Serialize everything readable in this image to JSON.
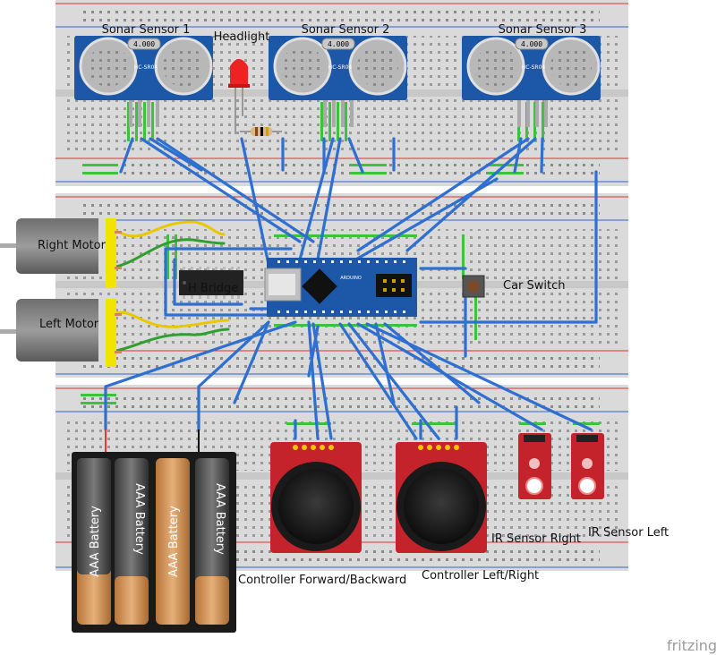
{
  "labels": {
    "sonar1": "Sonar Sensor 1",
    "sonar2": "Sonar Sensor 2",
    "sonar3": "Sonar Sensor 3",
    "headlight": "Headlight",
    "right_motor": "Right Motor",
    "left_motor": "Left Motor",
    "h_bridge": "H Bridge",
    "car_switch": "Car Switch",
    "controller_fb": "Controller Forward/Backward",
    "controller_lr": "Controller Left/Right",
    "ir_right": "IR Sensor Right",
    "ir_left": "IR Sensor Left",
    "battery": "AAA Battery",
    "sonar_model": "HC-SR04",
    "sonar_crystal": "4.000",
    "arduino_name": "ARDUINO",
    "watermark": "fritzing"
  },
  "colors": {
    "wire": "#2f6fd0",
    "breadboard": "#dcdcdc",
    "rail_red": "#d33",
    "rail_blue": "#36c",
    "pcb_blue": "#1c57a8",
    "pcb_red": "#c4232b",
    "motor_yellow": "#f1e400",
    "battery_copper": "#c98a4a"
  }
}
